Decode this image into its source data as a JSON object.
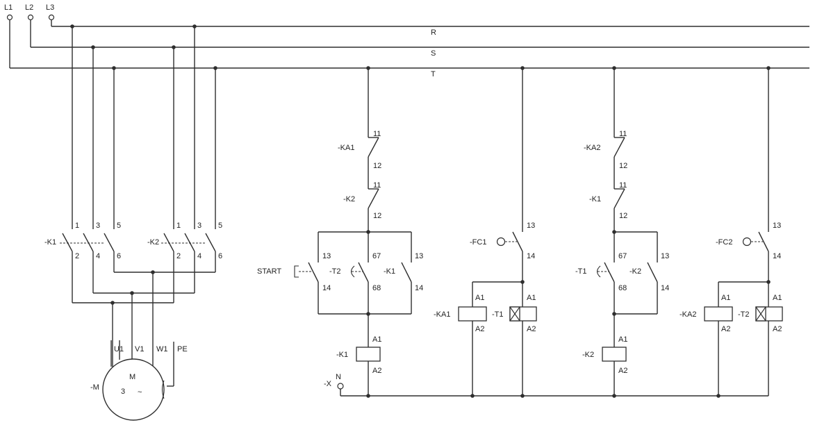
{
  "supply": {
    "l1": "L1",
    "l2": "L2",
    "l3": "L3",
    "bus_r": "R",
    "bus_s": "S",
    "bus_t": "T"
  },
  "power": {
    "k1": {
      "tag": "-K1",
      "t1": "1",
      "t3": "3",
      "t5": "5",
      "t2": "2",
      "t4": "4",
      "t6": "6"
    },
    "k2": {
      "tag": "-K2",
      "t1": "1",
      "t3": "3",
      "t5": "5",
      "t2": "2",
      "t4": "4",
      "t6": "6"
    },
    "motor": {
      "tag": "-M",
      "u1": "U1",
      "v1": "V1",
      "w1": "W1",
      "pe": "PE",
      "m": "M",
      "phases": "3",
      "ac": "~"
    }
  },
  "control": {
    "left": {
      "ka1": {
        "tag": "-KA1",
        "a": "11",
        "b": "12"
      },
      "k2": {
        "tag": "-K2",
        "a": "11",
        "b": "12"
      },
      "start": {
        "tag": "START",
        "a": "13",
        "b": "14"
      },
      "t2": {
        "tag": "-T2",
        "a": "67",
        "b": "68"
      },
      "k1": {
        "tag": "-K1",
        "a": "13",
        "b": "14"
      },
      "coil": {
        "tag": "-K1",
        "a1": "A1",
        "a2": "A2"
      },
      "fc1": {
        "tag": "-FC1",
        "a": "13",
        "b": "14"
      },
      "ka1coil": {
        "tag": "-KA1",
        "a1": "A1",
        "a2": "A2"
      },
      "t1coil": {
        "tag": "-T1",
        "a1": "A1",
        "a2": "A2"
      },
      "neutral": {
        "tag": "-X",
        "n": "N"
      }
    },
    "right": {
      "ka2": {
        "tag": "-KA2",
        "a": "11",
        "b": "12"
      },
      "k1": {
        "tag": "-K1",
        "a": "11",
        "b": "12"
      },
      "t1": {
        "tag": "-T1",
        "a": "67",
        "b": "68"
      },
      "k2": {
        "tag": "-K2",
        "a": "13",
        "b": "14"
      },
      "coil": {
        "tag": "-K2",
        "a1": "A1",
        "a2": "A2"
      },
      "fc2": {
        "tag": "-FC2",
        "a": "13",
        "b": "14"
      },
      "ka2coil": {
        "tag": "-KA2",
        "a1": "A1",
        "a2": "A2"
      },
      "t2coil": {
        "tag": "-T2",
        "a1": "A1",
        "a2": "A2"
      }
    }
  }
}
